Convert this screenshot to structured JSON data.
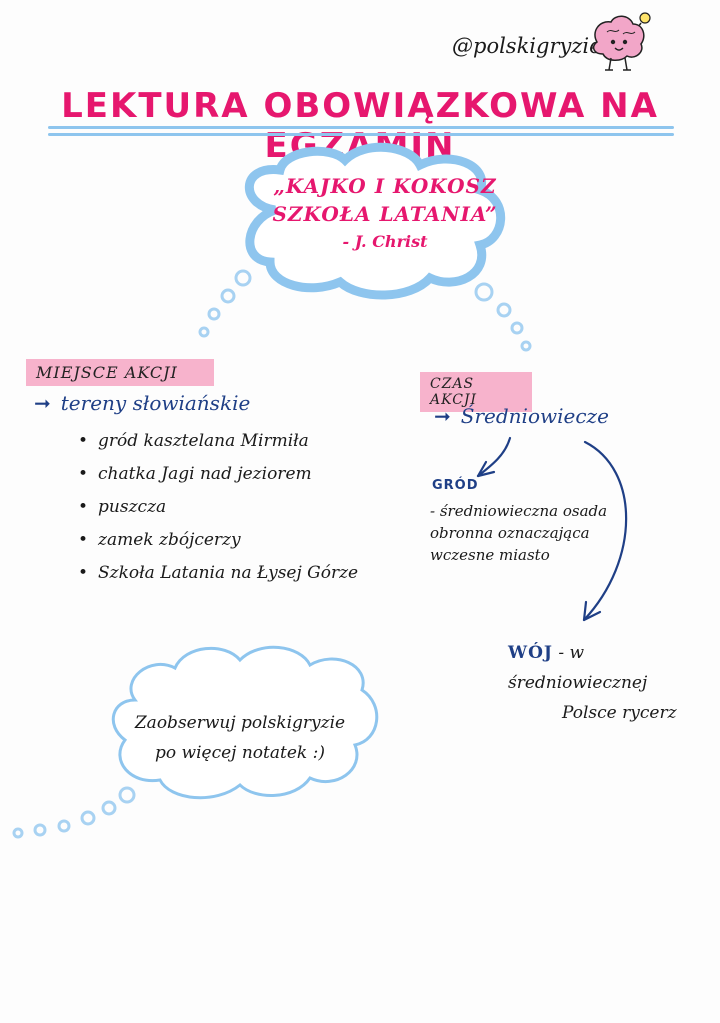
{
  "header": {
    "handle": "@polskigryzie",
    "title": "Lektura obowiązkowa na egzamin"
  },
  "book": {
    "title_line1": "„Kajko i Kokosz",
    "title_line2": "Szkoła latania”",
    "author": "- J. Christ"
  },
  "place": {
    "label": "Miejsce akcji",
    "main": "tereny słowiańskie",
    "items": [
      "gród kasztelana Mirmiła",
      "chatka Jagi nad jeziorem",
      "puszcza",
      "zamek zbójcerzy",
      "Szkoła Latania na Łysej Górze"
    ]
  },
  "time": {
    "label": "Czas akcji",
    "main": "Średniowiecze",
    "grod_term": "GRÓD",
    "grod_def": "- średniowieczna osada obronna oznaczająca wczesne miasto",
    "woj_term": "WÓJ",
    "woj_def_line1": "- w średniowiecznej",
    "woj_def_line2": "Polsce rycerz"
  },
  "promo": {
    "line1": "Zaobserwuj polskigryzie",
    "line2": "po więcej notatek :)"
  },
  "colors": {
    "pink": "#e6176e",
    "navy": "#1f3f86",
    "cloud_blue": "#8ec5ee",
    "tag_pink": "#f7b3cc"
  },
  "icons": {
    "mascot": "brain-mascot-icon",
    "bullet_arrow": "right-arrow-icon"
  }
}
